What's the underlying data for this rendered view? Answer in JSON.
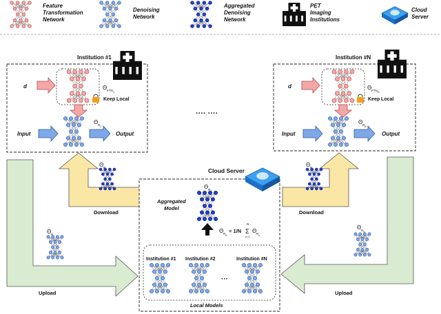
{
  "legend": {
    "feature_transformation": [
      "Feature",
      "Transformation",
      "Network"
    ],
    "denoising": [
      "Denoising",
      "Network"
    ],
    "aggregated": [
      "Aggregated",
      "Denoising",
      "Network"
    ],
    "pet": [
      "PET",
      "Imaging",
      "Institutions"
    ],
    "cloud": [
      "Cloud",
      "Server"
    ]
  },
  "institution_1": {
    "title": "Institution #1",
    "d": "d",
    "theta_ftn": "Θ",
    "theta_ftn_sub": "FTN",
    "theta_ftn_subsub": "1",
    "keep_local": "Keep Local",
    "theta_r": "Θ",
    "theta_r_sub": "R",
    "theta_r_subsub": "1",
    "input": "Input",
    "output": "Output"
  },
  "institution_n": {
    "title": "Institution #N",
    "d": "d",
    "theta_ftn": "Θ",
    "theta_ftn_sub": "FTN",
    "theta_ftn_subsub": "N",
    "keep_local": "Keep Local",
    "theta_r": "Θ",
    "theta_r_sub": "R",
    "theta_r_subsub": "N",
    "input": "Input",
    "output": "Output"
  },
  "ellipsis_top": "···· ····",
  "cloud_server": {
    "title": "Cloud Server",
    "aggregated_model": [
      "Aggregated",
      "Model"
    ],
    "theta_a": "Θ",
    "theta_a_sub": "R",
    "theta_a_subsub": "A",
    "formula_left": "Θ",
    "formula_left_sub": "R",
    "formula_left_subsub": "A",
    "formula_eq": "= 1/N",
    "sum_top": "N",
    "sum_sign": "Σ",
    "sum_bottom": "n=1",
    "formula_right": "Θ",
    "formula_right_sub": "R",
    "formula_right_subsub": "n",
    "inst_1": "Institution #1",
    "inst_2": "Institution #2",
    "inst_n": "Institution #N",
    "dots": "···",
    "local_models": "Local Models"
  },
  "flows": {
    "download_left": "Download",
    "download_right": "Download",
    "upload_left": "Upload",
    "upload_right": "Upload",
    "theta_ra_left": "Θ",
    "theta_ra_left_sub": "R",
    "theta_ra_left_subsub": "A",
    "theta_ra_right": "Θ",
    "theta_ra_right_sub": "R",
    "theta_ra_right_subsub": "A",
    "theta_r1": "Θ",
    "theta_r1_sub": "R",
    "theta_r1_subsub": "1",
    "theta_rn": "Θ",
    "theta_rn_sub": "R",
    "theta_rn_subsub": "N"
  },
  "colors": {
    "ftn_fill": "#f4a7a7",
    "ftn_stroke": "#b54a4a",
    "dn_fill": "#7fa8e6",
    "dn_stroke": "#2f5aa8",
    "agg_fill": "#1f3fd1",
    "agg_stroke": "#0b1f80",
    "upload": "#d9ecd2",
    "download": "#fbe7a5",
    "lock": "#f0a11a"
  }
}
